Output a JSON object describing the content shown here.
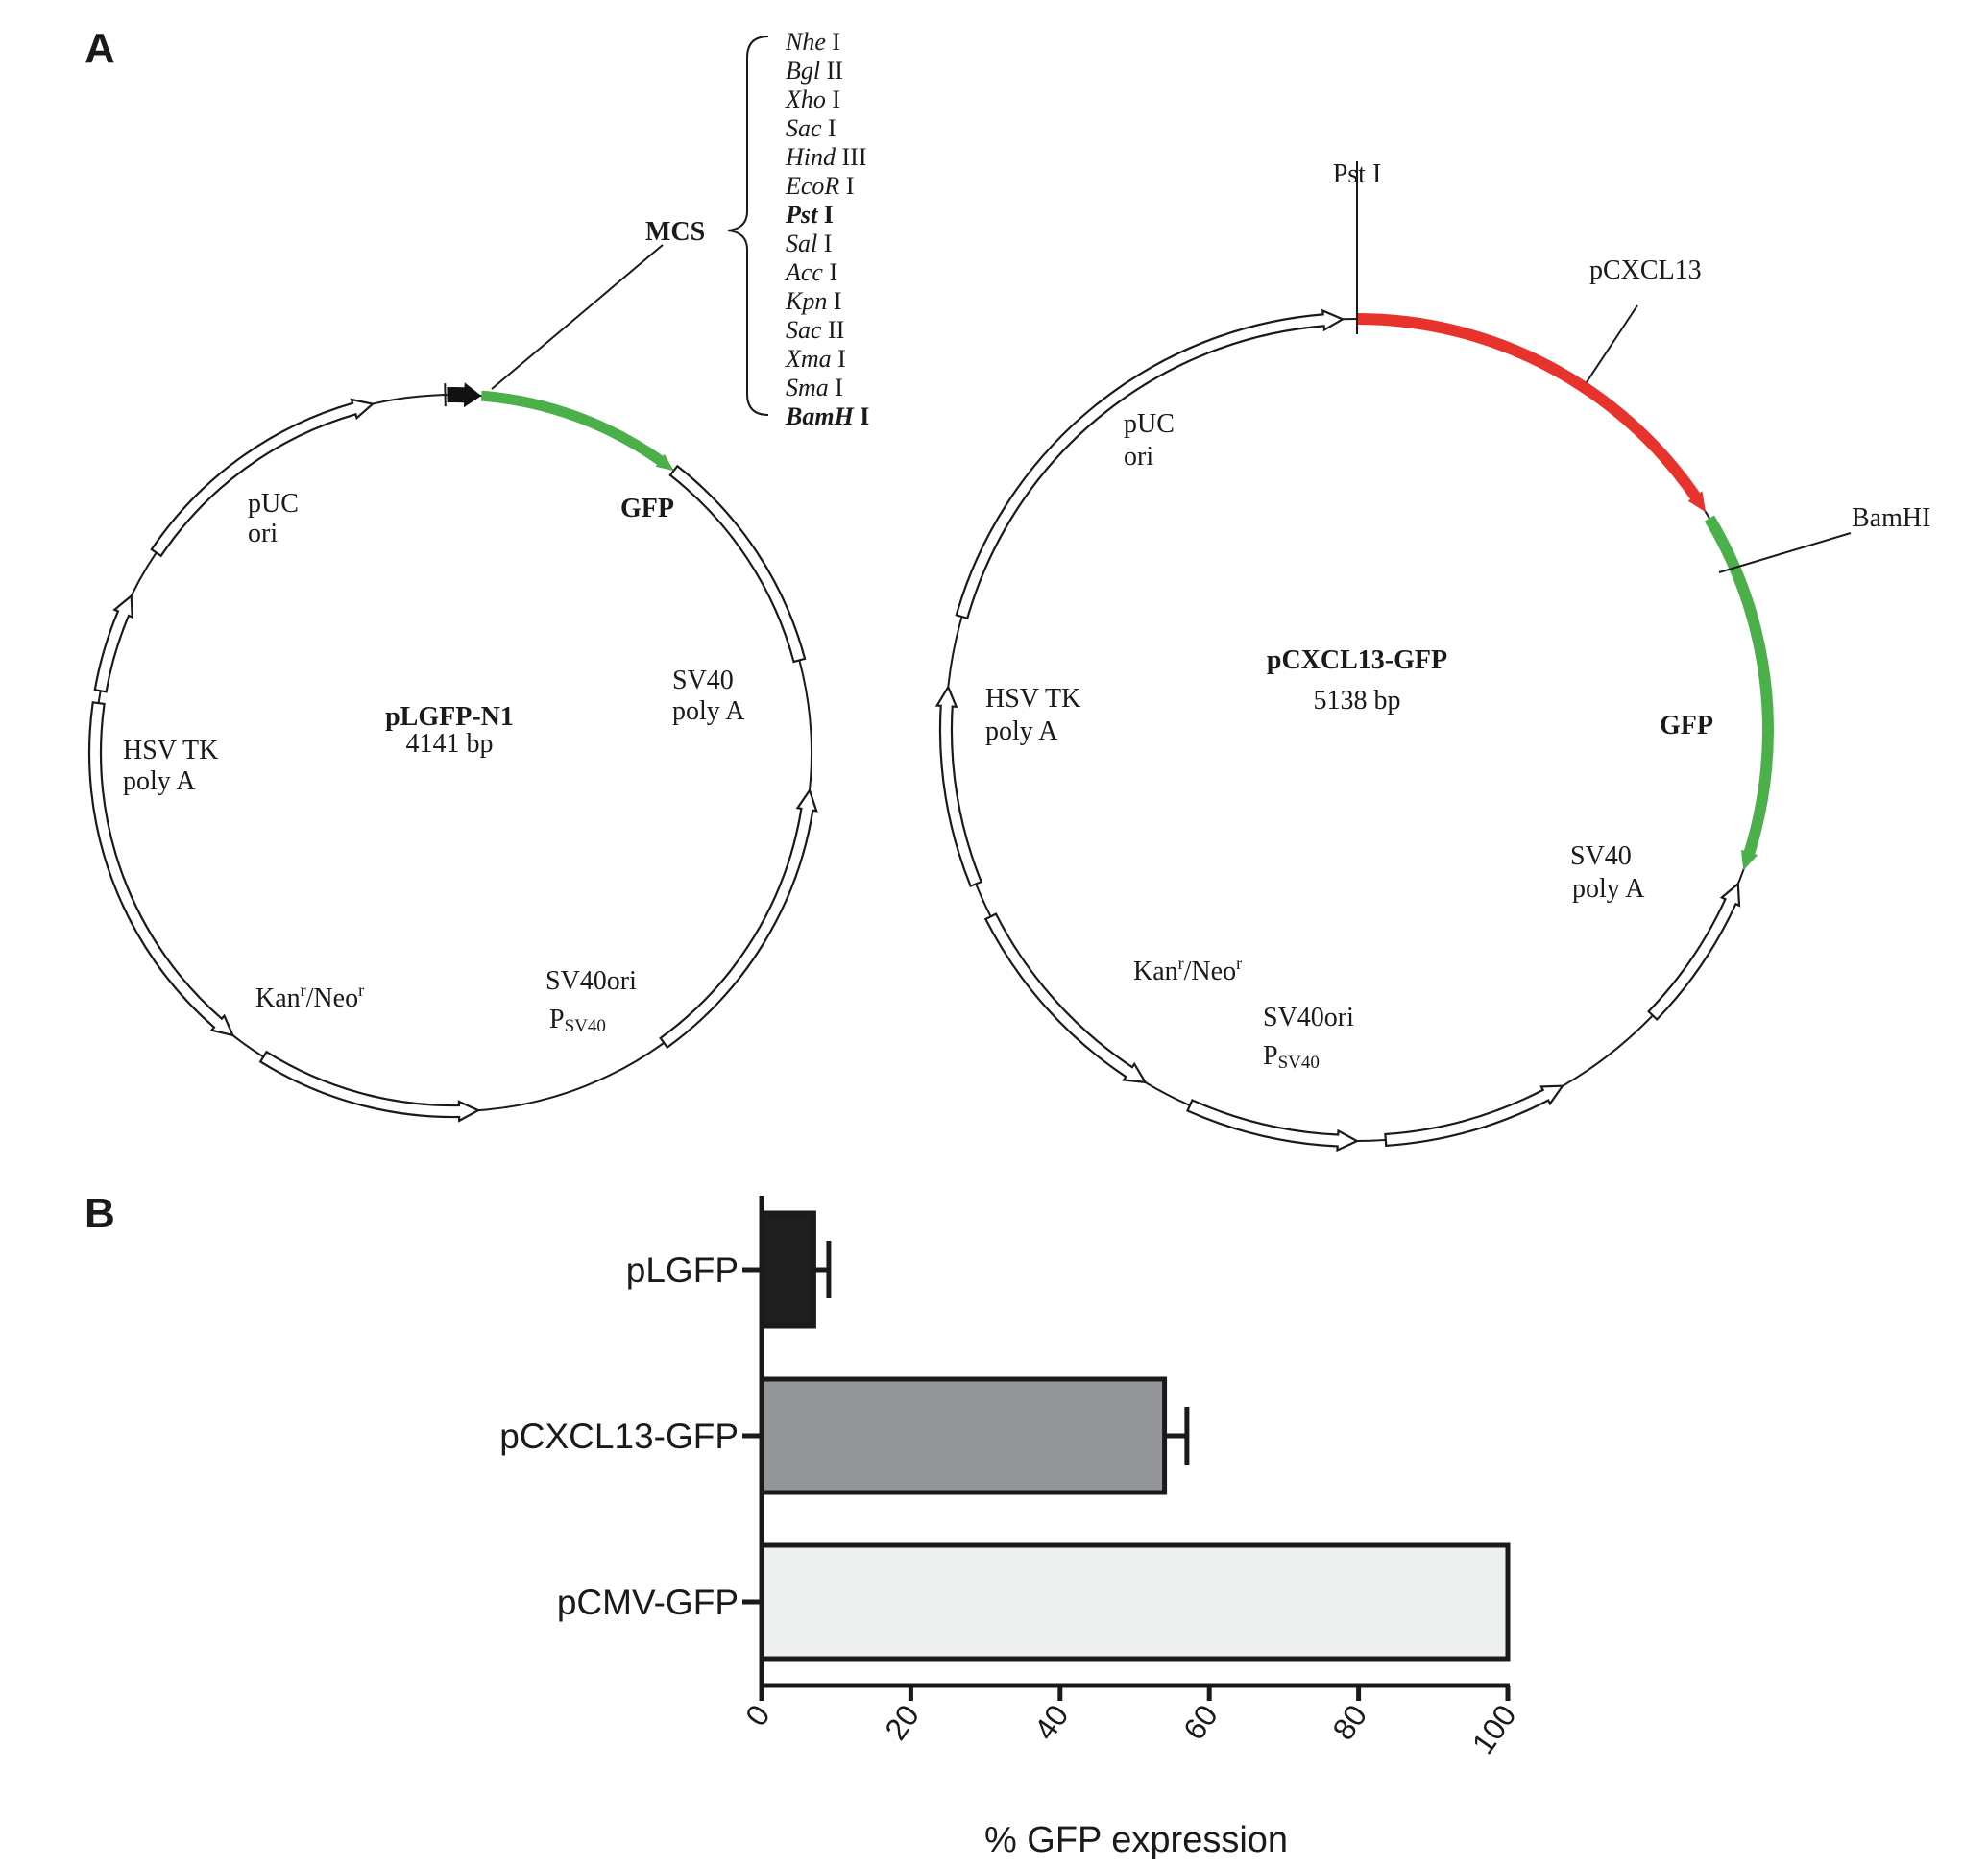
{
  "panelA": {
    "letter": "A",
    "map1": {
      "name": "pLGFP-N1",
      "size": "4141 bp",
      "mcs_label": "MCS",
      "gfp": "GFP",
      "sv40polyA": [
        "SV40",
        "poly A"
      ],
      "sv40ori": "SV40ori",
      "psv40_main": "P",
      "psv40_sub": "SV40",
      "kan_main": "Kan",
      "kan_sup": "r",
      "neo_main": "/Neo",
      "neo_sup": "r",
      "hsv": [
        "HSV TK",
        "poly A"
      ],
      "puc": [
        "pUC",
        "ori"
      ]
    },
    "mcs_sites": [
      {
        "i": "Nhe",
        "n": " I",
        "bold": false
      },
      {
        "i": "Bgl",
        "n": " II",
        "bold": false
      },
      {
        "i": "Xho",
        "n": " I",
        "bold": false
      },
      {
        "i": "Sac",
        "n": " I",
        "bold": false
      },
      {
        "i": "Hind",
        "n": " III",
        "bold": false
      },
      {
        "i": "EcoR",
        "n": " I",
        "bold": false
      },
      {
        "i": "Pst",
        "n": " I",
        "bold": true
      },
      {
        "i": "Sal",
        "n": " I",
        "bold": false
      },
      {
        "i": "Acc",
        "n": " I",
        "bold": false
      },
      {
        "i": "Kpn",
        "n": " I",
        "bold": false
      },
      {
        "i": "Sac",
        "n": " II",
        "bold": false
      },
      {
        "i": "Xma",
        "n": " I",
        "bold": false
      },
      {
        "i": "Sma",
        "n": " I",
        "bold": false
      },
      {
        "i": "BamH",
        "n": " I",
        "bold": true
      }
    ],
    "map2": {
      "name": "pCXCL13-GFP",
      "size": "5138 bp",
      "pst": "Pst I",
      "promoter": "pCXCL13",
      "bamhi": "BamHI",
      "gfp": "GFP",
      "sv40polyA": [
        "SV40",
        "poly A"
      ],
      "sv40ori": "SV40ori",
      "psv40_main": "P",
      "psv40_sub": "SV40",
      "kan_main": "Kan",
      "kan_sup": "r",
      "neo_main": "/Neo",
      "neo_sup": "r",
      "hsv": [
        "HSV TK",
        "poly A"
      ],
      "puc": [
        "pUC",
        "ori"
      ]
    },
    "colors": {
      "gfp": "#4bb04a",
      "promoter": "#e8322c",
      "mcs": "#111111"
    }
  },
  "panelB": {
    "letter": "B",
    "chart_data": {
      "type": "bar",
      "orientation": "horizontal",
      "categories": [
        "pLGFP",
        "pCXCL13-GFP",
        "pCMV-GFP"
      ],
      "values": [
        7,
        54,
        100
      ],
      "errors": [
        2,
        3,
        0
      ],
      "colors": [
        "#1e1e1e",
        "#949599",
        "#eef0f0"
      ],
      "xlabel": "% GFP expression",
      "ylabel": "",
      "xlim": [
        0,
        100
      ],
      "xticks": [
        0,
        20,
        40,
        60,
        80,
        100
      ]
    }
  }
}
